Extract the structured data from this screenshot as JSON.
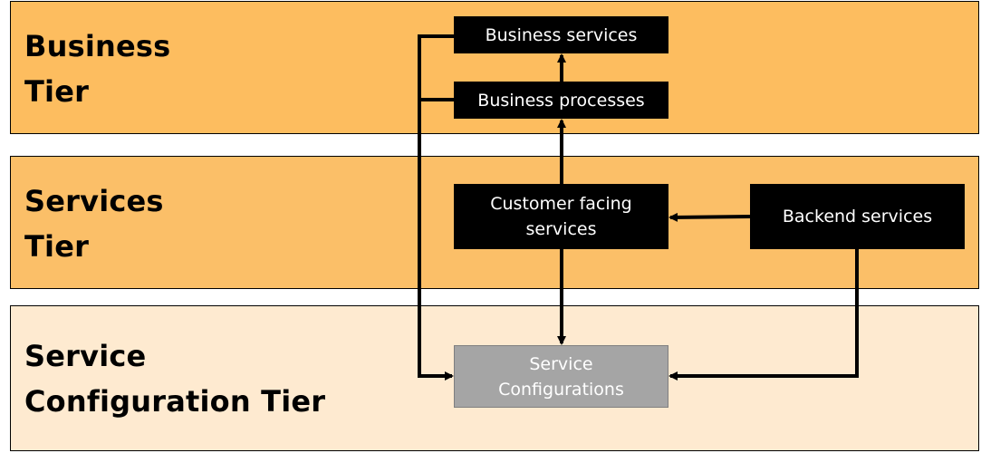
{
  "colors": {
    "business_tier_bg": "#fdbd5f",
    "services_tier_bg": "#fbbf68",
    "config_tier_bg": "#feead0",
    "box_dark": "#000000",
    "box_config": "#a5a5a5",
    "box_text": "#ffffff"
  },
  "tiers": {
    "business": {
      "line1": "Business",
      "line2": "Tier"
    },
    "services": {
      "line1": "Services",
      "line2": "Tier"
    },
    "config": {
      "line1": "Service",
      "line2": "Configuration Tier"
    }
  },
  "boxes": {
    "business_services": {
      "label": "Business services"
    },
    "business_processes": {
      "label": "Business processes"
    },
    "customer_facing": {
      "line1": "Customer facing",
      "line2": "services"
    },
    "backend": {
      "label": "Backend services"
    },
    "service_config": {
      "line1": "Service",
      "line2": "Configurations"
    }
  }
}
